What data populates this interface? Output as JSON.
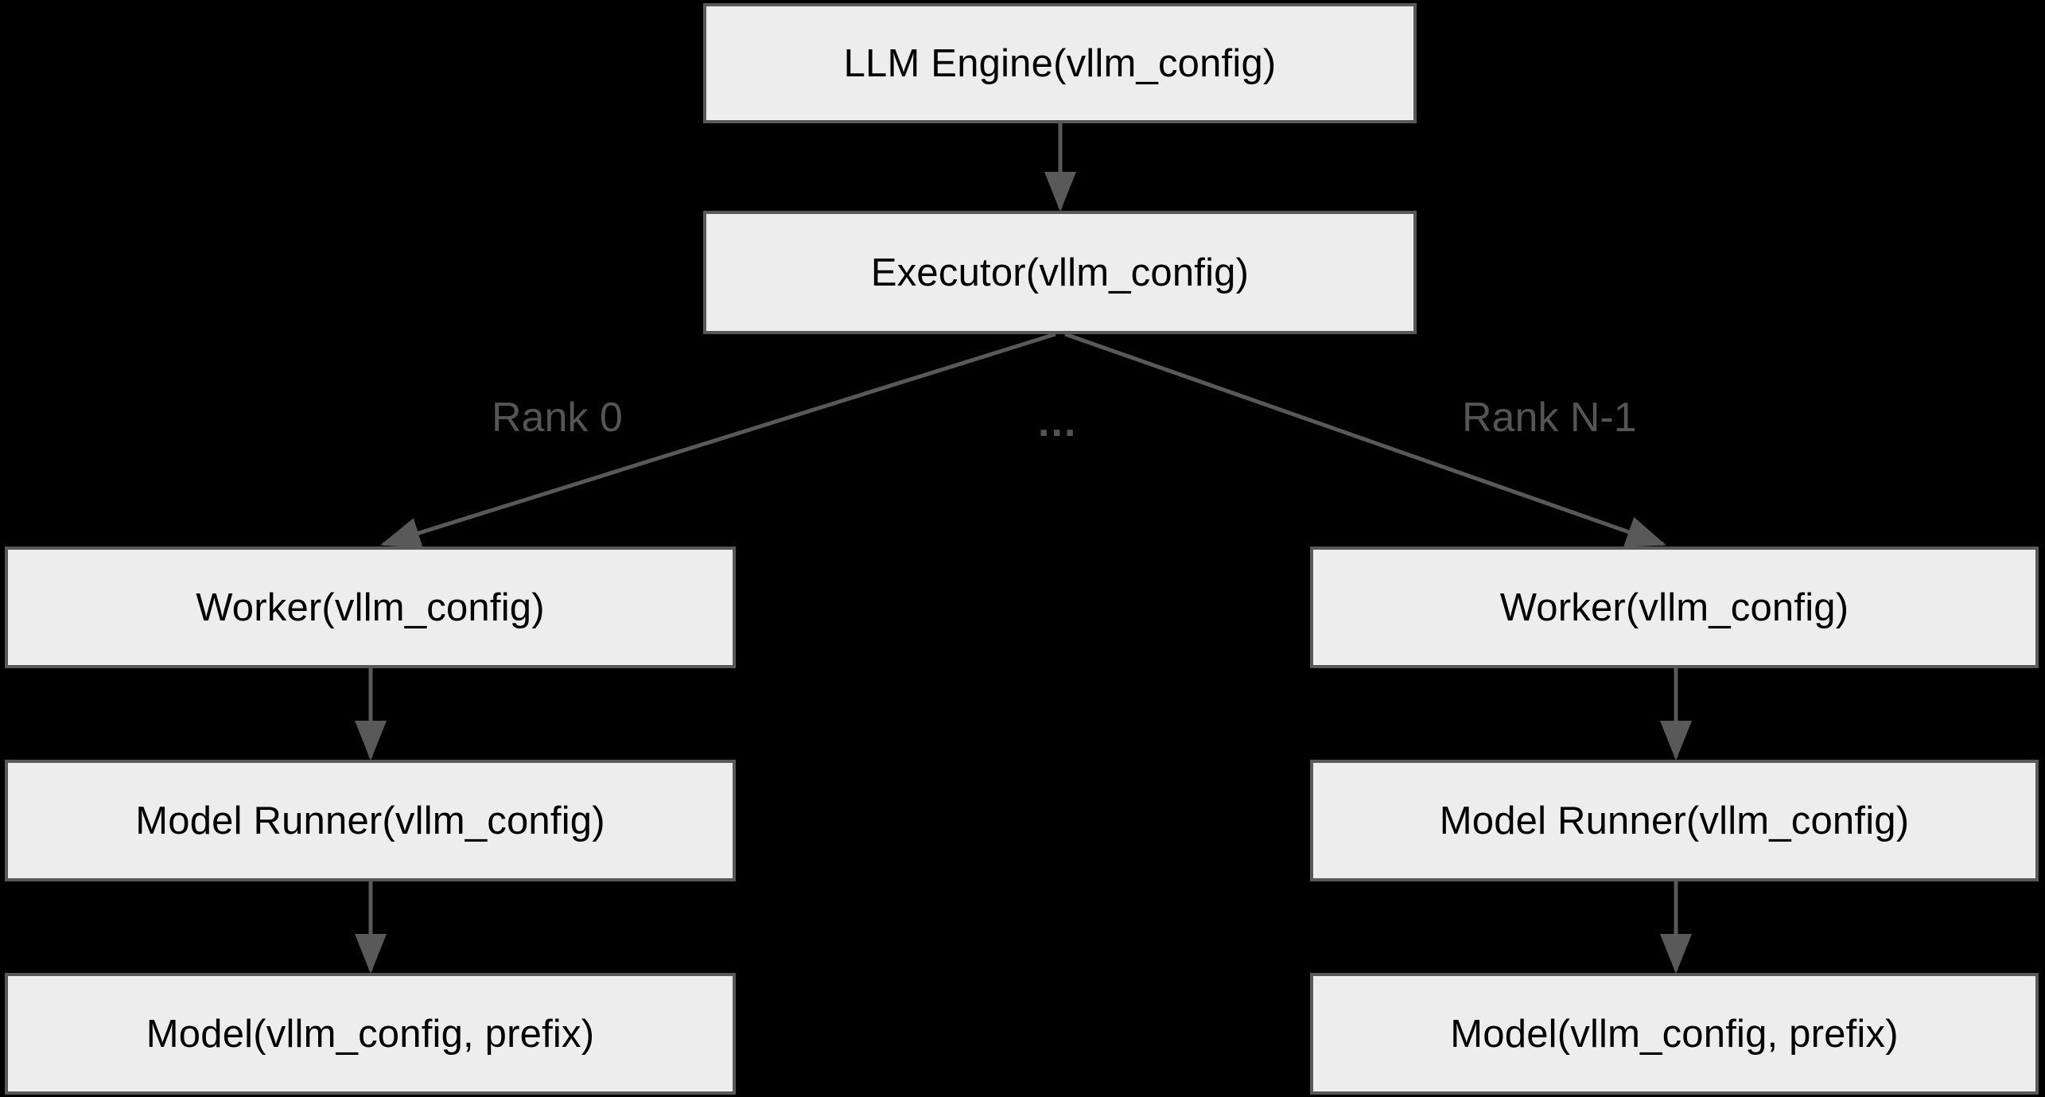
{
  "diagram": {
    "type": "flowchart",
    "orientation": "top-down",
    "background_color": "#000000",
    "node_fill_color": "#ededed",
    "node_border_color": "#595959",
    "node_text_color": "#000000",
    "edge_color": "#595959",
    "edge_label_color": "#555555",
    "nodes": {
      "engine": {
        "label": "LLM Engine(vllm_config)"
      },
      "executor": {
        "label": "Executor(vllm_config)"
      },
      "worker_left": {
        "label": "Worker(vllm_config)"
      },
      "model_runner_left": {
        "label": "Model Runner(vllm_config)"
      },
      "model_left": {
        "label": "Model(vllm_config, prefix)"
      },
      "worker_right": {
        "label": "Worker(vllm_config)"
      },
      "model_runner_right": {
        "label": "Model Runner(vllm_config)"
      },
      "model_right": {
        "label": "Model(vllm_config, prefix)"
      }
    },
    "edge_labels": {
      "rank_first": "Rank 0",
      "rank_ellipsis": "...",
      "rank_last": "Rank N-1"
    }
  }
}
